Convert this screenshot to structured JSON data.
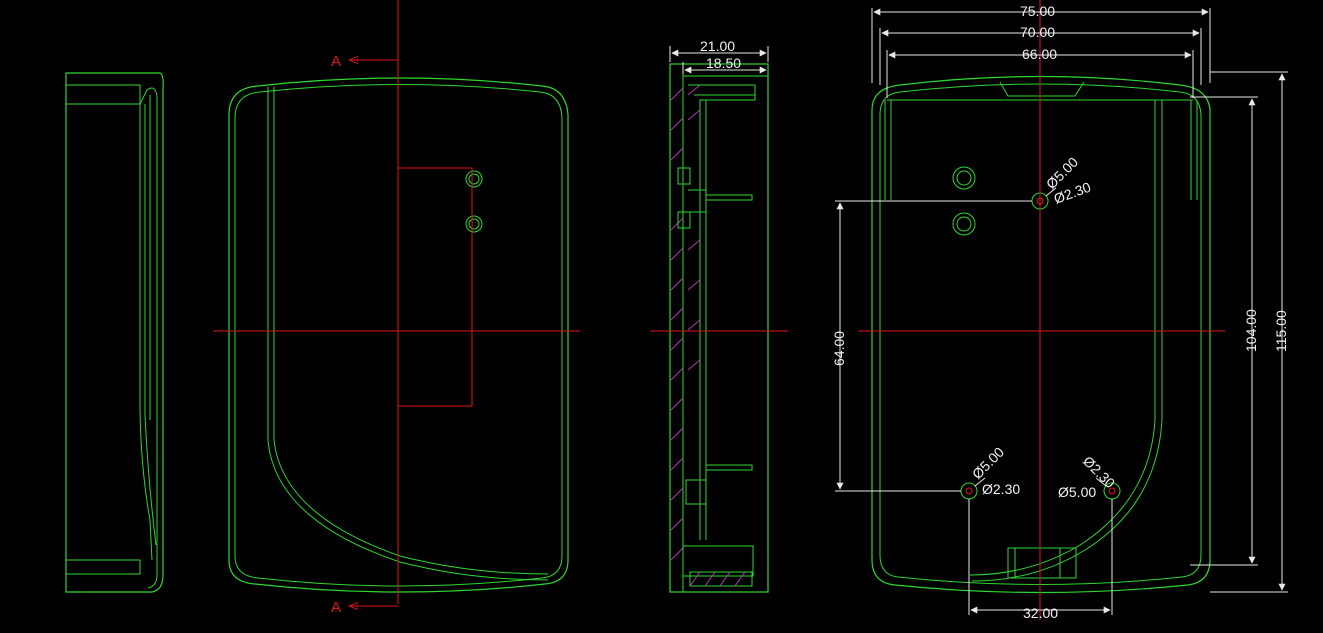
{
  "section": {
    "top_label": "A",
    "bottom_label": "A"
  },
  "dimensions": {
    "side_overall": "21.00",
    "side_inner": "18.50",
    "width_overall": "75.00",
    "width_mid": "70.00",
    "width_inner": "66.00",
    "height_inner": "104.00",
    "height_overall": "115.00",
    "hole_spacing_vertical": "64.00",
    "hole_spacing_horizontal": "32.00",
    "hole_top_outer": "Ø5.00",
    "hole_top_inner": "Ø2.30",
    "hole_bl_outer": "Ø5.00",
    "hole_bl_inner": "Ø2.30",
    "hole_br_inner": "Ø2.30",
    "hole_br_outer": "Ø5.00"
  },
  "colors": {
    "background": "#000000",
    "outline": "#2fd62f",
    "centerline": "#e0161a",
    "dimension": "#e8e8e8",
    "hatch": "#b03ab0"
  }
}
